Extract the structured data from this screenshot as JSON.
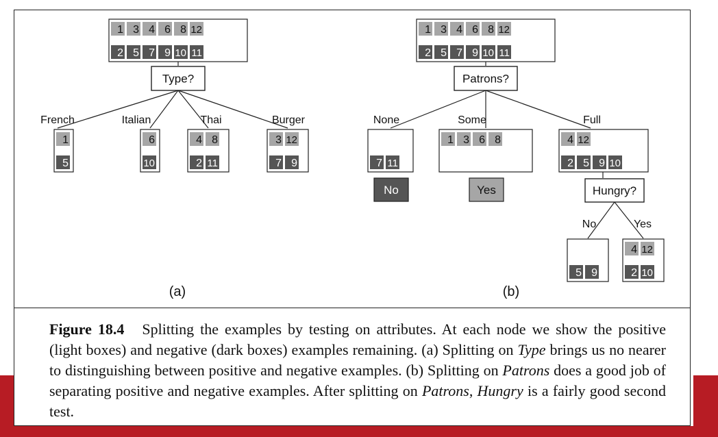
{
  "panels": [
    {
      "label": "(a)",
      "root": {
        "positives": [
          "1",
          "3",
          "4",
          "6",
          "8",
          "12"
        ],
        "negatives": [
          "2",
          "5",
          "7",
          "9",
          "10",
          "11"
        ]
      },
      "test": "Type?",
      "branches": [
        {
          "label": "French",
          "positives": [
            "1"
          ],
          "negatives": [
            "5"
          ]
        },
        {
          "label": "Italian",
          "positives": [
            "6"
          ],
          "negatives": [
            "10"
          ]
        },
        {
          "label": "Thai",
          "positives": [
            "4",
            "8"
          ],
          "negatives": [
            "2",
            "11"
          ]
        },
        {
          "label": "Burger",
          "positives": [
            "3",
            "12"
          ],
          "negatives": [
            "7",
            "9"
          ]
        }
      ]
    },
    {
      "label": "(b)",
      "root": {
        "positives": [
          "1",
          "3",
          "4",
          "6",
          "8",
          "12"
        ],
        "negatives": [
          "2",
          "5",
          "7",
          "9",
          "10",
          "11"
        ]
      },
      "test": "Patrons?",
      "branches": [
        {
          "label": "None",
          "positives": [],
          "negatives": [
            "7",
            "11"
          ],
          "leaf": "No"
        },
        {
          "label": "Some",
          "positives": [
            "1",
            "3",
            "6",
            "8"
          ],
          "negatives": [],
          "leaf": "Yes"
        },
        {
          "label": "Full",
          "positives": [
            "4",
            "12"
          ],
          "negatives": [
            "2",
            "5",
            "9",
            "10"
          ]
        }
      ],
      "subtest": {
        "test": "Hungry?",
        "branches": [
          {
            "label": "No",
            "positives": [],
            "negatives": [
              "5",
              "9"
            ]
          },
          {
            "label": "Yes",
            "positives": [
              "4",
              "12"
            ],
            "negatives": [
              "2",
              "10"
            ]
          }
        ]
      }
    }
  ],
  "caption": {
    "label": "Figure 18.4",
    "parts": [
      {
        "t": "Splitting the examples by testing on attributes. At each node we show the positive (light boxes) and negative (dark boxes) examples remaining. (a) Splitting on ",
        "i": false
      },
      {
        "t": "Type",
        "i": true
      },
      {
        "t": " brings us no nearer to distinguishing between positive and negative examples. (b) Splitting on ",
        "i": false
      },
      {
        "t": "Patrons",
        "i": true
      },
      {
        "t": " does a good job of separating positive and negative examples. After splitting on ",
        "i": false
      },
      {
        "t": "Patrons",
        "i": true
      },
      {
        "t": ", ",
        "i": false
      },
      {
        "t": "Hungry",
        "i": true
      },
      {
        "t": " is a fairly good second test.",
        "i": false
      }
    ]
  },
  "colors": {
    "positive": "#a6a6a6",
    "negative": "#555555",
    "line": "#222222",
    "text": "#111111"
  }
}
